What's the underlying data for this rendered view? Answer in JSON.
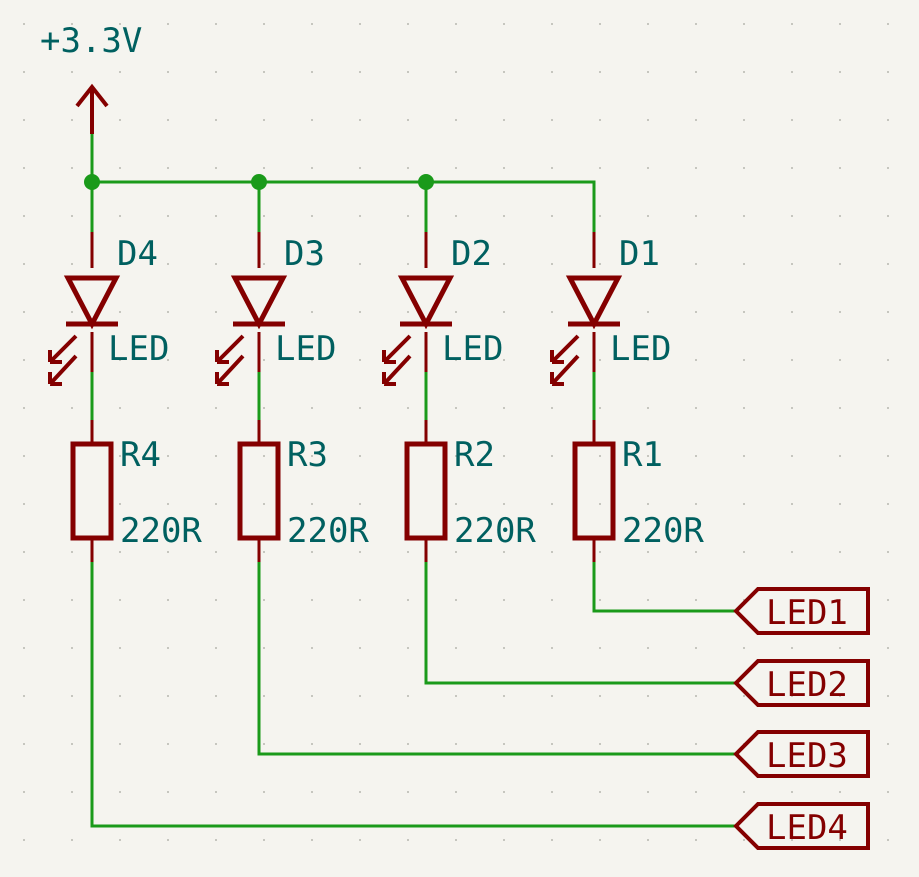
{
  "power": {
    "label": "+3.3V"
  },
  "colors": {
    "background": "#f5f4ef",
    "wire": "#1a9a1a",
    "symbol": "#840000",
    "reference_text": "#006060"
  },
  "icons": {
    "power_symbol": "power-arrow-icon",
    "led_symbol": "led-diode-icon",
    "resistor_symbol": "resistor-icon",
    "net_label": "hierarchical-label-icon"
  },
  "channels": [
    {
      "led_ref": "D4",
      "led_value": "LED",
      "res_ref": "R4",
      "res_value": "220R",
      "net_label": "LED4"
    },
    {
      "led_ref": "D3",
      "led_value": "LED",
      "res_ref": "R3",
      "res_value": "220R",
      "net_label": "LED3"
    },
    {
      "led_ref": "D2",
      "led_value": "LED",
      "res_ref": "R2",
      "res_value": "220R",
      "net_label": "LED2"
    },
    {
      "led_ref": "D1",
      "led_value": "LED",
      "res_ref": "R1",
      "res_value": "220R",
      "net_label": "LED1"
    }
  ]
}
